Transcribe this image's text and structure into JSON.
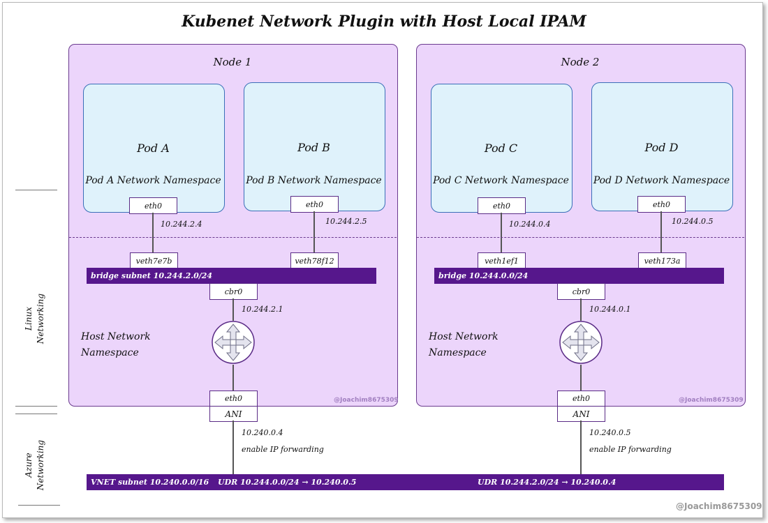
{
  "title": "Kubenet Network Plugin with Host Local IPAM",
  "watermark": "@Joachim8675309",
  "side_labels": {
    "linux": [
      "Linux",
      "Networking"
    ],
    "azure": [
      "Azure",
      "Networking"
    ]
  },
  "nodes": [
    {
      "title": "Node 1",
      "pods": [
        {
          "name": "Pod A",
          "namespace": "Pod A Network Namespace",
          "iface": "eth0",
          "ip": "10.244.2.4",
          "veth": "veth7e7b"
        },
        {
          "name": "Pod B",
          "namespace": "Pod B Network Namespace",
          "iface": "eth0",
          "ip": "10.244.2.5",
          "veth": "veth78f12"
        }
      ],
      "bridge_subnet": "bridge subnet 10.244.2.0/24",
      "cbr": "cbr0",
      "cbr_ip": "10.244.2.1",
      "host_ns": [
        "Host Network",
        "Namespace"
      ],
      "host_iface": "eth0",
      "ani": "ANI",
      "node_ip": "10.240.0.4",
      "forwarding": "enable IP forwarding",
      "watermark": "@Joachim8675309"
    },
    {
      "title": "Node 2",
      "pods": [
        {
          "name": "Pod C",
          "namespace": "Pod C Network Namespace",
          "iface": "eth0",
          "ip": "10.244.0.4",
          "veth": "veth1ef1"
        },
        {
          "name": "Pod D",
          "namespace": "Pod D Network Namespace",
          "iface": "eth0",
          "ip": "10.244.0.5",
          "veth": "veth173a"
        }
      ],
      "bridge_subnet": "bridge 10.244.0.0/24",
      "cbr": "cbr0",
      "cbr_ip": "10.244.0.1",
      "host_ns": [
        "Host Network",
        "Namespace"
      ],
      "host_iface": "eth0",
      "ani": "ANI",
      "node_ip": "10.240.0.5",
      "forwarding": "enable IP forwarding",
      "watermark": "@Joachim8675309"
    }
  ],
  "vnet": {
    "subnet": "VNET subnet 10.240.0.0/16",
    "udr1": "UDR 10.244.0.0/24 → 10.240.0.5",
    "udr2": "UDR 10.244.2.0/24 → 10.240.0.4"
  },
  "colors": {
    "node_fill": "#ecd5fb",
    "pod_fill": "#dff2fb",
    "bar": "#56178c",
    "border": "#5a2b86"
  }
}
